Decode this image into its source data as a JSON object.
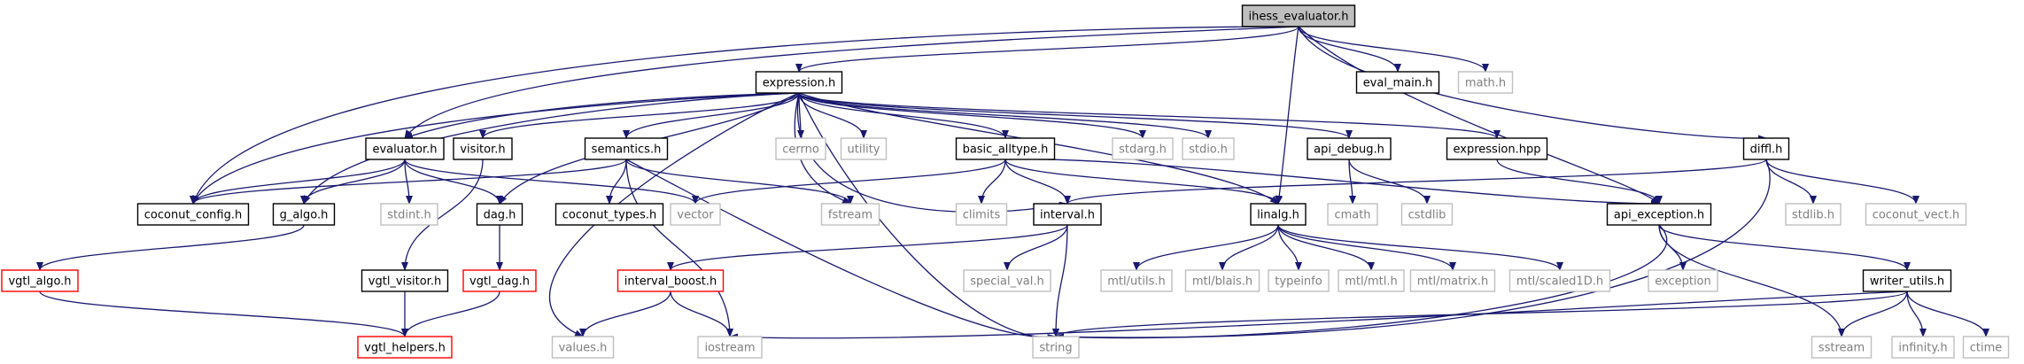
{
  "diagram": {
    "colors": {
      "edge": "#191970",
      "root_fill": "#bfbfbf",
      "solid_border": "#000000",
      "system_border": "#bfbfbf",
      "system_text": "#7f7f7f",
      "missing_border": "#ff0000"
    },
    "nodes": [
      {
        "id": "ihess_evaluator",
        "label": "ihess_evaluator.h",
        "style": "root"
      },
      {
        "id": "expression_h",
        "label": "expression.h",
        "style": "normal"
      },
      {
        "id": "eval_main",
        "label": "eval_main.h",
        "style": "normal"
      },
      {
        "id": "math_h",
        "label": "math.h",
        "style": "system"
      },
      {
        "id": "evaluator",
        "label": "evaluator.h",
        "style": "normal"
      },
      {
        "id": "visitor",
        "label": "visitor.h",
        "style": "normal"
      },
      {
        "id": "semantics",
        "label": "semantics.h",
        "style": "normal"
      },
      {
        "id": "cerrno",
        "label": "cerrno",
        "style": "system"
      },
      {
        "id": "utility",
        "label": "utility",
        "style": "system"
      },
      {
        "id": "basic_alltype",
        "label": "basic_alltype.h",
        "style": "normal"
      },
      {
        "id": "stdarg",
        "label": "stdarg.h",
        "style": "system"
      },
      {
        "id": "stdio",
        "label": "stdio.h",
        "style": "system"
      },
      {
        "id": "api_debug",
        "label": "api_debug.h",
        "style": "normal"
      },
      {
        "id": "expression_hpp",
        "label": "expression.hpp",
        "style": "normal"
      },
      {
        "id": "diffl",
        "label": "diffl.h",
        "style": "normal"
      },
      {
        "id": "coconut_config",
        "label": "coconut_config.h",
        "style": "normal"
      },
      {
        "id": "g_algo",
        "label": "g_algo.h",
        "style": "normal"
      },
      {
        "id": "stdint",
        "label": "stdint.h",
        "style": "system"
      },
      {
        "id": "dag",
        "label": "dag.h",
        "style": "normal"
      },
      {
        "id": "coconut_types",
        "label": "coconut_types.h",
        "style": "normal"
      },
      {
        "id": "vector",
        "label": "vector",
        "style": "system"
      },
      {
        "id": "fstream",
        "label": "fstream",
        "style": "system"
      },
      {
        "id": "climits",
        "label": "climits",
        "style": "system"
      },
      {
        "id": "interval",
        "label": "interval.h",
        "style": "normal"
      },
      {
        "id": "linalg",
        "label": "linalg.h",
        "style": "normal"
      },
      {
        "id": "cmath",
        "label": "cmath",
        "style": "system"
      },
      {
        "id": "cstdlib",
        "label": "cstdlib",
        "style": "system"
      },
      {
        "id": "api_exception",
        "label": "api_exception.h",
        "style": "normal"
      },
      {
        "id": "stdlib",
        "label": "stdlib.h",
        "style": "system"
      },
      {
        "id": "coconut_vect",
        "label": "coconut_vect.h",
        "style": "system"
      },
      {
        "id": "vgtl_algo",
        "label": "vgtl_algo.h",
        "style": "missing"
      },
      {
        "id": "vgtl_visitor",
        "label": "vgtl_visitor.h",
        "style": "normal"
      },
      {
        "id": "vgtl_dag",
        "label": "vgtl_dag.h",
        "style": "missing"
      },
      {
        "id": "interval_boost",
        "label": "interval_boost.h",
        "style": "missing"
      },
      {
        "id": "special_val",
        "label": "special_val.h",
        "style": "system"
      },
      {
        "id": "mtl_utils",
        "label": "mtl/utils.h",
        "style": "system"
      },
      {
        "id": "mtl_blais",
        "label": "mtl/blais.h",
        "style": "system"
      },
      {
        "id": "typeinfo",
        "label": "typeinfo",
        "style": "system"
      },
      {
        "id": "mtl_mtl",
        "label": "mtl/mtl.h",
        "style": "system"
      },
      {
        "id": "mtl_matrix",
        "label": "mtl/matrix.h",
        "style": "system"
      },
      {
        "id": "mtl_scaled1d",
        "label": "mtl/scaled1D.h",
        "style": "system"
      },
      {
        "id": "exception",
        "label": "exception",
        "style": "system"
      },
      {
        "id": "writer_utils",
        "label": "writer_utils.h",
        "style": "normal"
      },
      {
        "id": "vgtl_helpers",
        "label": "vgtl_helpers.h",
        "style": "missing"
      },
      {
        "id": "values",
        "label": "values.h",
        "style": "system"
      },
      {
        "id": "iostream",
        "label": "iostream",
        "style": "system"
      },
      {
        "id": "string",
        "label": "string",
        "style": "system"
      },
      {
        "id": "sstream",
        "label": "sstream",
        "style": "system"
      },
      {
        "id": "infinity",
        "label": "infinity.h",
        "style": "system"
      },
      {
        "id": "ctime",
        "label": "ctime",
        "style": "system"
      }
    ],
    "edges": [
      [
        "ihess_evaluator",
        "expression_h"
      ],
      [
        "ihess_evaluator",
        "eval_main"
      ],
      [
        "ihess_evaluator",
        "math_h"
      ],
      [
        "ihess_evaluator",
        "evaluator"
      ],
      [
        "ihess_evaluator",
        "coconut_config"
      ],
      [
        "ihess_evaluator",
        "linalg"
      ],
      [
        "ihess_evaluator",
        "diffl"
      ],
      [
        "ihess_evaluator",
        "api_exception"
      ],
      [
        "expression_h",
        "evaluator"
      ],
      [
        "expression_h",
        "visitor"
      ],
      [
        "expression_h",
        "semantics"
      ],
      [
        "expression_h",
        "cerrno"
      ],
      [
        "expression_h",
        "utility"
      ],
      [
        "expression_h",
        "basic_alltype"
      ],
      [
        "expression_h",
        "stdarg"
      ],
      [
        "expression_h",
        "stdio"
      ],
      [
        "expression_h",
        "api_debug"
      ],
      [
        "expression_h",
        "expression_hpp"
      ],
      [
        "expression_h",
        "coconut_config"
      ],
      [
        "expression_h",
        "g_algo"
      ],
      [
        "expression_h",
        "dag"
      ],
      [
        "expression_h",
        "fstream"
      ],
      [
        "expression_h",
        "interval"
      ],
      [
        "expression_h",
        "linalg"
      ],
      [
        "expression_h",
        "values"
      ],
      [
        "expression_h",
        "string"
      ],
      [
        "evaluator",
        "coconut_config"
      ],
      [
        "evaluator",
        "g_algo"
      ],
      [
        "evaluator",
        "stdint"
      ],
      [
        "evaluator",
        "dag"
      ],
      [
        "evaluator",
        "vector"
      ],
      [
        "visitor",
        "vgtl_visitor"
      ],
      [
        "semantics",
        "coconut_config"
      ],
      [
        "semantics",
        "coconut_types"
      ],
      [
        "semantics",
        "fstream"
      ],
      [
        "semantics",
        "iostream"
      ],
      [
        "semantics",
        "string"
      ],
      [
        "basic_alltype",
        "vector"
      ],
      [
        "basic_alltype",
        "climits"
      ],
      [
        "basic_alltype",
        "interval"
      ],
      [
        "basic_alltype",
        "linalg"
      ],
      [
        "basic_alltype",
        "api_exception"
      ],
      [
        "api_debug",
        "cmath"
      ],
      [
        "api_debug",
        "cstdlib"
      ],
      [
        "expression_hpp",
        "api_exception"
      ],
      [
        "diffl",
        "interval"
      ],
      [
        "diffl",
        "stdlib"
      ],
      [
        "diffl",
        "coconut_vect"
      ],
      [
        "diffl",
        "string"
      ],
      [
        "g_algo",
        "vgtl_algo"
      ],
      [
        "dag",
        "vgtl_dag"
      ],
      [
        "interval",
        "interval_boost"
      ],
      [
        "interval",
        "special_val"
      ],
      [
        "interval",
        "string"
      ],
      [
        "linalg",
        "mtl_utils"
      ],
      [
        "linalg",
        "mtl_blais"
      ],
      [
        "linalg",
        "typeinfo"
      ],
      [
        "linalg",
        "mtl_mtl"
      ],
      [
        "linalg",
        "mtl_matrix"
      ],
      [
        "linalg",
        "mtl_scaled1d"
      ],
      [
        "api_exception",
        "exception"
      ],
      [
        "api_exception",
        "writer_utils"
      ],
      [
        "api_exception",
        "string"
      ],
      [
        "api_exception",
        "sstream"
      ],
      [
        "writer_utils",
        "iostream"
      ],
      [
        "writer_utils",
        "string"
      ],
      [
        "writer_utils",
        "sstream"
      ],
      [
        "writer_utils",
        "infinity"
      ],
      [
        "writer_utils",
        "ctime"
      ],
      [
        "vgtl_algo",
        "vgtl_helpers"
      ],
      [
        "vgtl_visitor",
        "vgtl_helpers"
      ],
      [
        "vgtl_dag",
        "vgtl_helpers"
      ],
      [
        "interval_boost",
        "values"
      ],
      [
        "interval_boost",
        "iostream"
      ]
    ]
  }
}
